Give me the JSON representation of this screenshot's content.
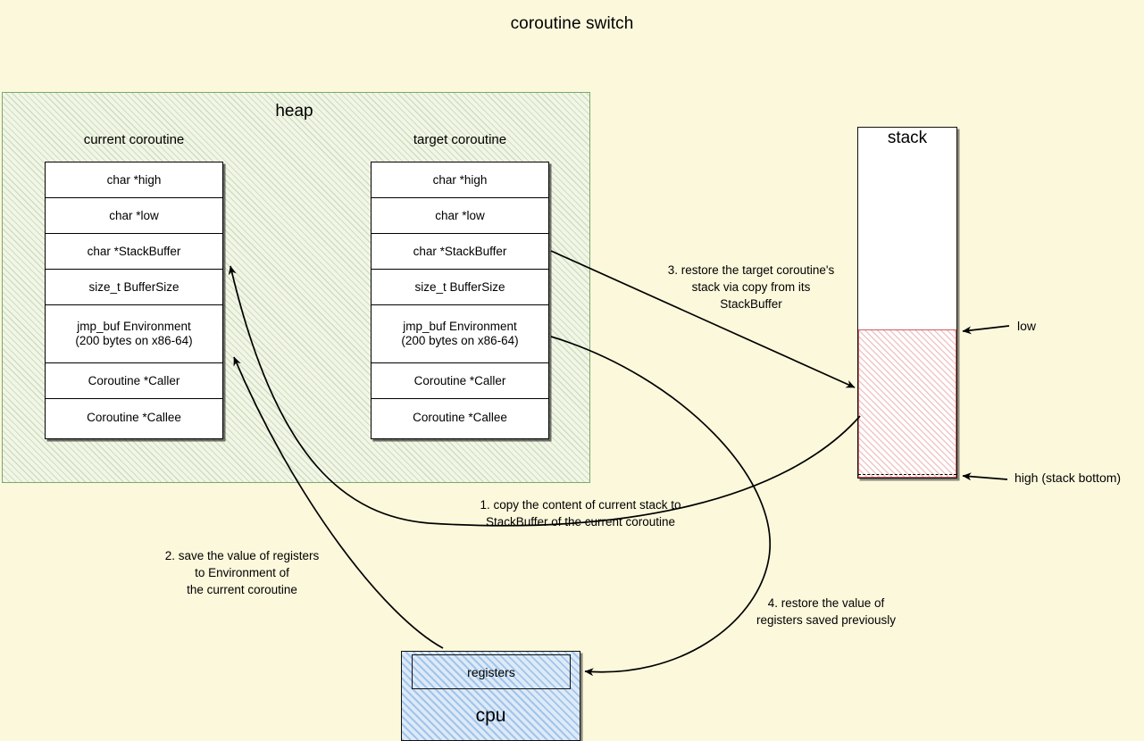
{
  "title": "coroutine switch",
  "heap": {
    "label": "heap",
    "current_coroutine": {
      "caption": "current coroutine",
      "fields": [
        "char *high",
        "char *low",
        "char *StackBuffer",
        "size_t BufferSize",
        "jmp_buf Environment\n(200 bytes on x86-64)",
        "Coroutine *Caller",
        "Coroutine *Callee"
      ]
    },
    "target_coroutine": {
      "caption": "target coroutine",
      "fields": [
        "char *high",
        "char *low",
        "char *StackBuffer",
        "size_t BufferSize",
        "jmp_buf Environment\n(200 bytes on x86-64)",
        "Coroutine *Caller",
        "Coroutine *Callee"
      ]
    }
  },
  "stack": {
    "label": "stack",
    "low_label": "low",
    "high_label": "high (stack bottom)"
  },
  "cpu": {
    "label": "cpu",
    "registers_label": "registers"
  },
  "steps": [
    {
      "id": "step-1",
      "text": "1. copy the content of current stack to\nStackBuffer of the current coroutine"
    },
    {
      "id": "step-2",
      "text": "2. save the value of registers\nto Environment of\nthe current coroutine"
    },
    {
      "id": "step-3",
      "text": "3. restore the target coroutine's\nstack via copy from its\nStackBuffer"
    },
    {
      "id": "step-4",
      "text": "4. restore the value of\nregisters saved previously"
    }
  ],
  "colors": {
    "background": "#fcf8dc",
    "heap_border": "#7aa86f",
    "heap_fill": "#f2f6e6",
    "stack_used_border": "#cf6060",
    "stack_used_hatch": "#d65a5a",
    "cpu_fill": "#ddeaf7",
    "cpu_hatch": "#5a96dc",
    "stroke": "#000000"
  }
}
